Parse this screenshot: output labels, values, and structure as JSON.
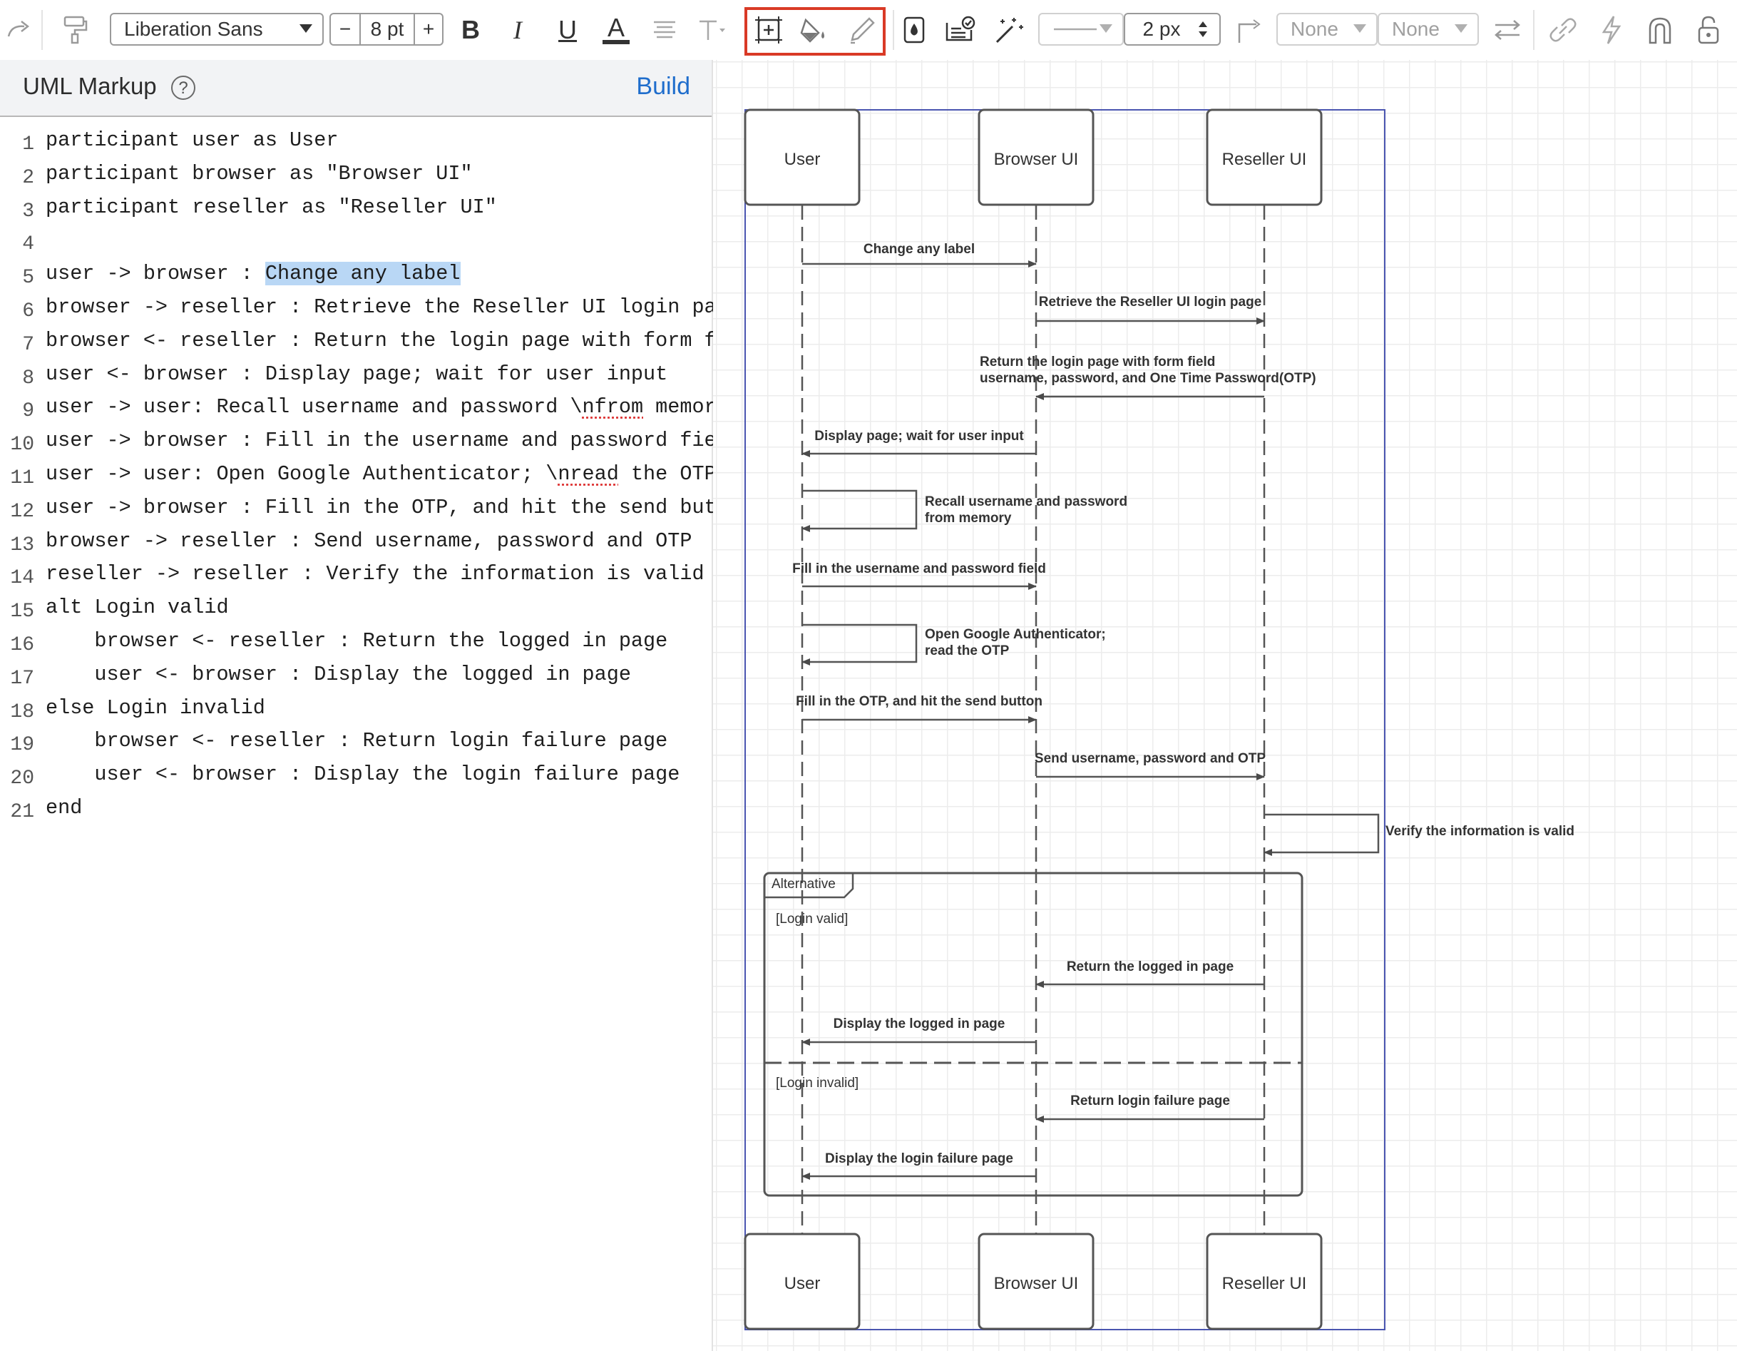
{
  "toolbar": {
    "font_family": "Liberation Sans",
    "font_size": "8 pt",
    "decrease_label": "−",
    "increase_label": "+",
    "bold_label": "B",
    "italic_label": "I",
    "underline_label": "U",
    "font_color_label": "A",
    "line_width": "2 px",
    "start_arrow": "None",
    "end_arrow": "None",
    "highlight_color": "#d93a26",
    "icons": [
      "redo-icon",
      "format-painter-icon",
      "align-text-icon",
      "text-options-icon",
      "shape-selection-icon",
      "fill-color-icon",
      "line-color-icon",
      "opacity-icon",
      "style-check-icon",
      "magic-wand-icon",
      "line-style-icon",
      "connector-icon",
      "swap-icon",
      "link-icon",
      "lightning-icon",
      "magnet-icon",
      "lock-icon"
    ]
  },
  "panel": {
    "title": "UML Markup",
    "help_label": "?",
    "build_label": "Build"
  },
  "code_lines": [
    {
      "n": "1",
      "text": "participant user as User"
    },
    {
      "n": "2",
      "text": "participant browser as \"Browser UI\""
    },
    {
      "n": "3",
      "text": "participant reseller as \"Reseller UI\""
    },
    {
      "n": "4",
      "text": ""
    },
    {
      "n": "5",
      "text": "user -> browser : ",
      "highlight": "Change any label"
    },
    {
      "n": "6",
      "text": "browser -> reseller : Retrieve the Reseller UI login page"
    },
    {
      "n": "7",
      "text": "browser <- reseller : Return the login page with form field"
    },
    {
      "n": "8",
      "text": "user <- browser : Display page; wait for user input"
    },
    {
      "n": "9",
      "text": "user -> user: Recall username and password \\",
      "squiggle": "nfrom",
      "after": " memory"
    },
    {
      "n": "10",
      "text": "user -> browser : Fill in the username and password field"
    },
    {
      "n": "11",
      "text": "user -> user: Open Google Authenticator; \\",
      "squiggle": "nread",
      "after": " the OTP"
    },
    {
      "n": "12",
      "text": "user -> browser : Fill in the OTP, and hit the send button"
    },
    {
      "n": "13",
      "text": "browser -> reseller : Send username, password and OTP"
    },
    {
      "n": "14",
      "text": "reseller -> reseller : Verify the information is valid"
    },
    {
      "n": "15",
      "text": "alt Login valid"
    },
    {
      "n": "16",
      "text": "    browser <- reseller : Return the logged in page"
    },
    {
      "n": "17",
      "text": "    user <- browser : Display the logged in page"
    },
    {
      "n": "18",
      "text": "else Login invalid"
    },
    {
      "n": "19",
      "text": "    browser <- reseller : Return login failure page"
    },
    {
      "n": "20",
      "text": "    user <- browser : Display the login failure page"
    },
    {
      "n": "21",
      "text": "end"
    }
  ],
  "diagram": {
    "participants": [
      "User",
      "Browser UI",
      "Reseller UI"
    ],
    "messages": [
      {
        "label": "Change any label"
      },
      {
        "label": "Retrieve the Reseller UI login page"
      },
      {
        "label": [
          "Return the login page with form field",
          "username, password, and One Time Password(OTP)"
        ]
      },
      {
        "label": "Display page; wait for user input"
      },
      {
        "label": [
          "Recall username and password",
          "from memory"
        ]
      },
      {
        "label": "Fill in the username and password field"
      },
      {
        "label": [
          "Open Google Authenticator;",
          "read the OTP"
        ]
      },
      {
        "label": "Fill in the OTP, and hit the send button"
      },
      {
        "label": "Send username, password and OTP"
      },
      {
        "label": "Verify the information is valid"
      },
      {
        "label": "Return the logged in page"
      },
      {
        "label": "Display the logged in page"
      },
      {
        "label": "Return login failure page"
      },
      {
        "label": "Display the login failure page"
      }
    ],
    "fragment": {
      "keyword": "Alternative",
      "guards": [
        "[Login valid]",
        "[Login invalid]"
      ]
    }
  }
}
